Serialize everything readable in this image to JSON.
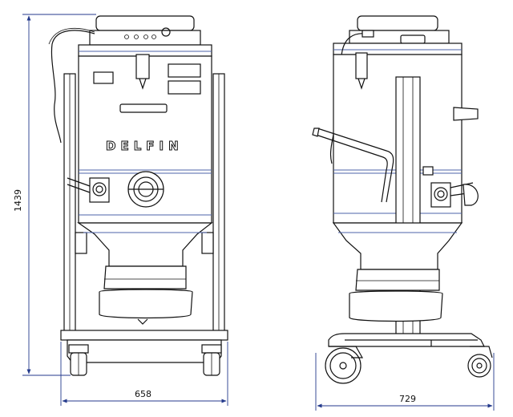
{
  "brand_label": "DELFIN",
  "dimensions": {
    "height": "1439",
    "front_width": "658",
    "side_width": "729"
  }
}
